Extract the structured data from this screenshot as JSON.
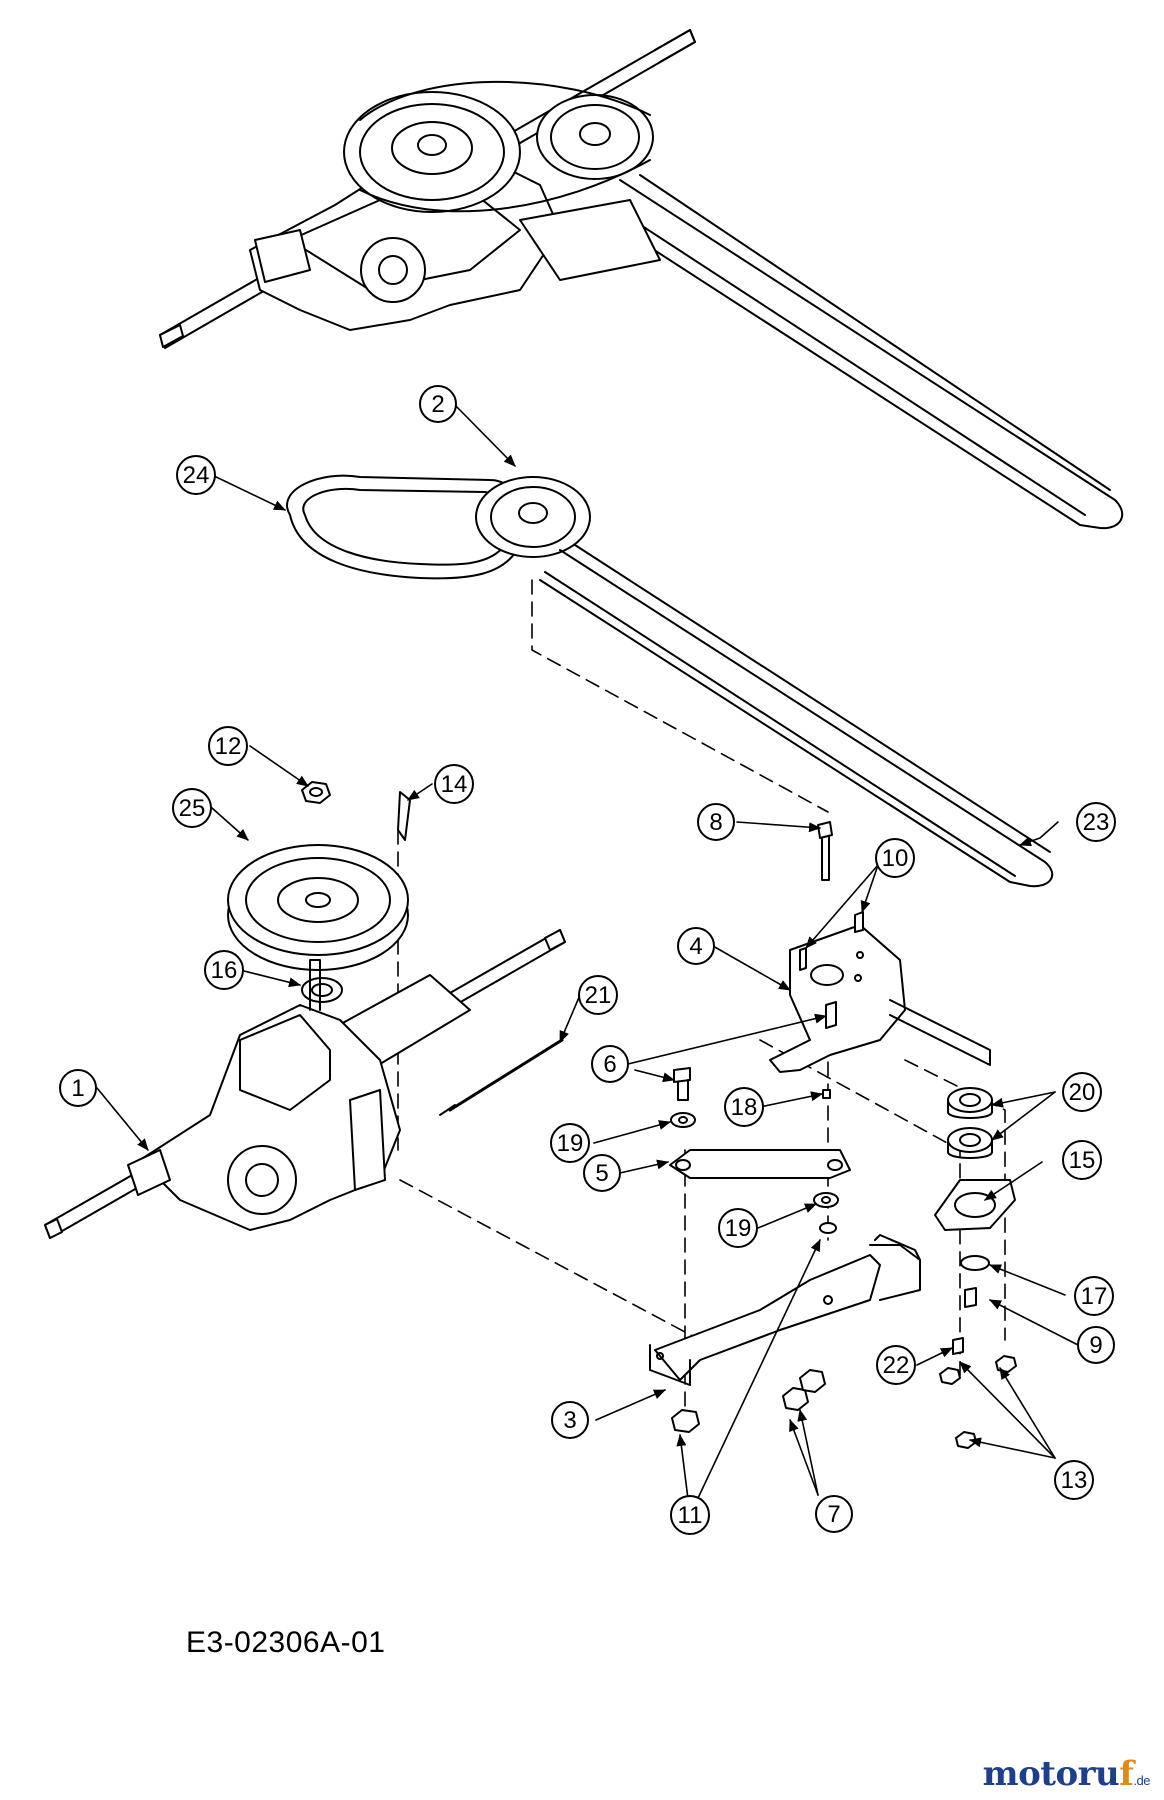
{
  "drawing_code": "E3-02306A-01",
  "brand": {
    "name_main": "motoru",
    "name_accent": "f",
    "tld": ".de"
  },
  "callouts": [
    {
      "label": "1"
    },
    {
      "label": "2"
    },
    {
      "label": "3"
    },
    {
      "label": "4"
    },
    {
      "label": "5"
    },
    {
      "label": "6"
    },
    {
      "label": "7"
    },
    {
      "label": "8"
    },
    {
      "label": "9"
    },
    {
      "label": "10"
    },
    {
      "label": "11"
    },
    {
      "label": "12"
    },
    {
      "label": "13"
    },
    {
      "label": "14"
    },
    {
      "label": "15"
    },
    {
      "label": "16"
    },
    {
      "label": "17"
    },
    {
      "label": "18"
    },
    {
      "label": "19"
    },
    {
      "label": "19"
    },
    {
      "label": "20"
    },
    {
      "label": "21"
    },
    {
      "label": "22"
    },
    {
      "label": "23"
    },
    {
      "label": "24"
    },
    {
      "label": "25"
    }
  ]
}
